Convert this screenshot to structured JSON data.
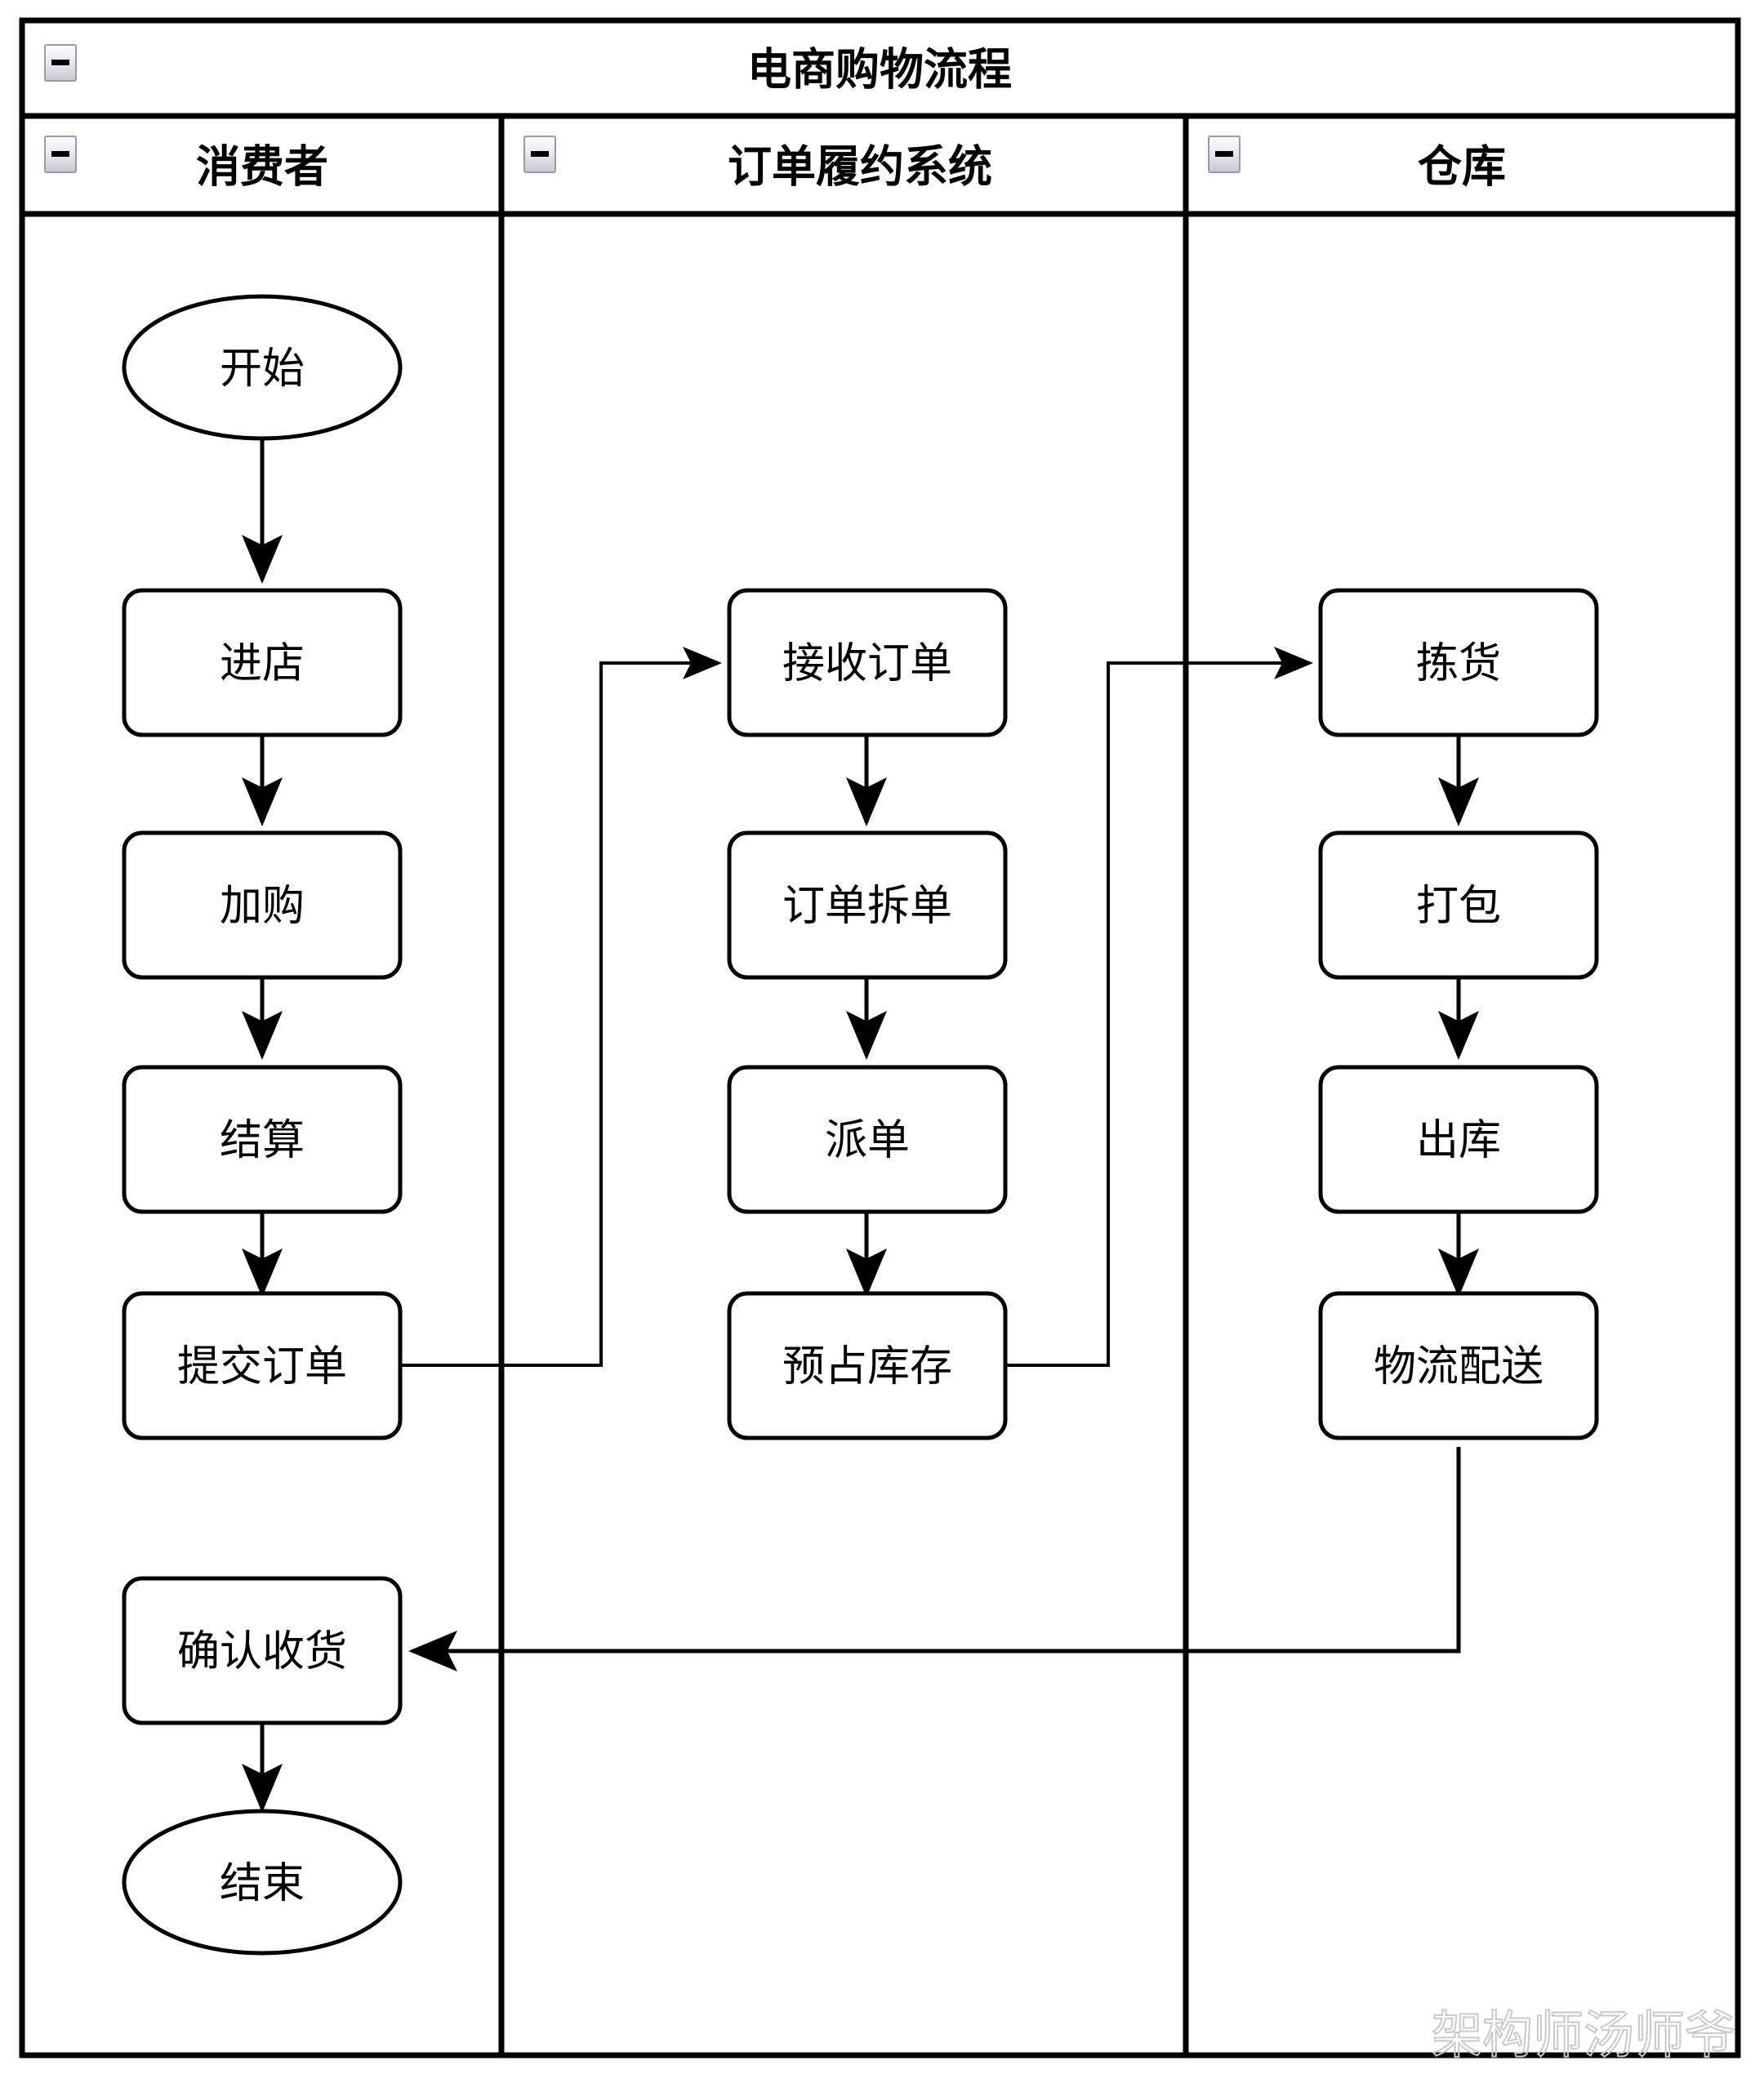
{
  "pool": {
    "title": "电商购物流程",
    "collapse_icon": "minus-square-icon"
  },
  "lanes": [
    {
      "id": "consumer",
      "title": "消费者",
      "collapse_icon": "minus-square-icon"
    },
    {
      "id": "order-system",
      "title": "订单履约系统",
      "collapse_icon": "minus-square-icon"
    },
    {
      "id": "warehouse",
      "title": "仓库",
      "collapse_icon": "minus-square-icon"
    }
  ],
  "nodes": [
    {
      "id": "start",
      "lane": "consumer",
      "shape": "ellipse",
      "label": "开始"
    },
    {
      "id": "enter-store",
      "lane": "consumer",
      "shape": "box",
      "label": "进店"
    },
    {
      "id": "add-to-cart",
      "lane": "consumer",
      "shape": "box",
      "label": "加购"
    },
    {
      "id": "checkout",
      "lane": "consumer",
      "shape": "box",
      "label": "结算"
    },
    {
      "id": "submit-order",
      "lane": "consumer",
      "shape": "box",
      "label": "提交订单"
    },
    {
      "id": "confirm-receipt",
      "lane": "consumer",
      "shape": "box",
      "label": "确认收货"
    },
    {
      "id": "end",
      "lane": "consumer",
      "shape": "ellipse",
      "label": "结束"
    },
    {
      "id": "receive-order",
      "lane": "order-system",
      "shape": "box",
      "label": "接收订单"
    },
    {
      "id": "split-order",
      "lane": "order-system",
      "shape": "box",
      "label": "订单拆单"
    },
    {
      "id": "dispatch",
      "lane": "order-system",
      "shape": "box",
      "label": "派单"
    },
    {
      "id": "reserve-stock",
      "lane": "order-system",
      "shape": "box",
      "label": "预占库存"
    },
    {
      "id": "pick",
      "lane": "warehouse",
      "shape": "box",
      "label": "拣货"
    },
    {
      "id": "pack",
      "lane": "warehouse",
      "shape": "box",
      "label": "打包"
    },
    {
      "id": "outbound",
      "lane": "warehouse",
      "shape": "box",
      "label": "出库"
    },
    {
      "id": "delivery",
      "lane": "warehouse",
      "shape": "box",
      "label": "物流配送"
    }
  ],
  "edges": [
    {
      "from": "start",
      "to": "enter-store"
    },
    {
      "from": "enter-store",
      "to": "add-to-cart"
    },
    {
      "from": "add-to-cart",
      "to": "checkout"
    },
    {
      "from": "checkout",
      "to": "submit-order"
    },
    {
      "from": "submit-order",
      "to": "receive-order"
    },
    {
      "from": "receive-order",
      "to": "split-order"
    },
    {
      "from": "split-order",
      "to": "dispatch"
    },
    {
      "from": "dispatch",
      "to": "reserve-stock"
    },
    {
      "from": "reserve-stock",
      "to": "pick"
    },
    {
      "from": "pick",
      "to": "pack"
    },
    {
      "from": "pack",
      "to": "outbound"
    },
    {
      "from": "outbound",
      "to": "delivery"
    },
    {
      "from": "delivery",
      "to": "confirm-receipt"
    },
    {
      "from": "confirm-receipt",
      "to": "end"
    }
  ],
  "watermark": {
    "text": "架构师汤师爷"
  },
  "colors": {
    "stroke": "#000000",
    "background": "#ffffff",
    "icon_border": "#9a9aa6",
    "watermark": "#c9c9c9"
  }
}
